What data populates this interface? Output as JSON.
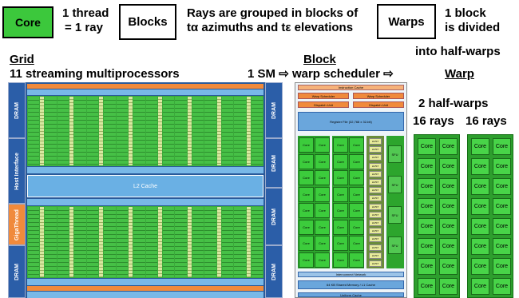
{
  "legend": {
    "core_label": "Core",
    "core_desc_line1": "1 thread",
    "core_desc_line2": "= 1 ray",
    "blocks_label": "Blocks",
    "blocks_desc_line1": "Rays are grouped in blocks of",
    "blocks_desc_line2": "tα azimuths and tε elevations",
    "warps_label": "Warps",
    "warps_desc_line1": "1 block",
    "warps_desc_line2": "is divided",
    "warps_desc_line3": "into half-warps"
  },
  "grid": {
    "title": "Grid",
    "subtitle": "11 streaming multiprocessors",
    "dram_label": "DRAM",
    "host_label": "Host Interface",
    "giga_label": "GigaThread",
    "l2_label": "L2 Cache"
  },
  "block": {
    "title": "Block",
    "flow_sm": "1 SM",
    "flow_scheduler": "warp scheduler",
    "instruction_cache": "Instruction Cache",
    "warp_scheduler": "Warp Scheduler",
    "dispatch_unit": "Dispatch Unit",
    "register_file": "Register File (32,768 x 32-bit)",
    "core_label": "Core",
    "ldst_label": "LD/ST",
    "sfu_label": "SFU",
    "interconnect": "Interconnect Network",
    "shared_memory": "64 KB Shared Memory / L1 Cache",
    "uniform_cache": "Uniform Cache"
  },
  "warp": {
    "title": "Warp",
    "half_warps": "2 half-warps",
    "rays_left": "16 rays",
    "rays_right": "16 rays",
    "core_label": "Core"
  },
  "colors": {
    "core_green": "#3cc83c",
    "dram_blue": "#2b5ea8",
    "cache_orange": "#f08a3c"
  }
}
